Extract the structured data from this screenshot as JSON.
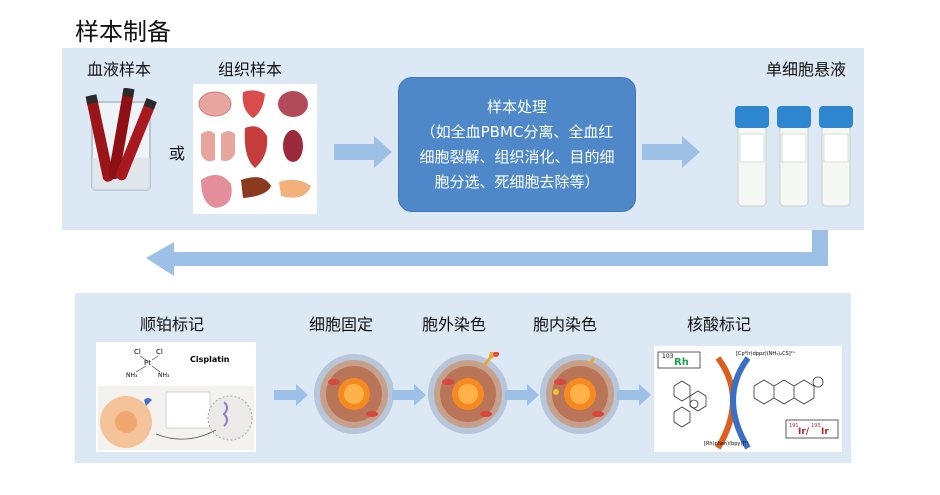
{
  "title": "样本制备",
  "top": {
    "blood_label": "血液样本",
    "or_label": "或",
    "tissue_label": "组织样本",
    "process": {
      "heading": "样本处理",
      "lines": [
        "（如全血PBMC分离、全血红",
        "细胞裂解、组织消化、目的细",
        "胞分选、死细胞去除等）"
      ]
    },
    "single_cell_label": "单细胞悬液"
  },
  "bottom": {
    "platinum_label": "顺铂标记",
    "fix_label": "细胞固定",
    "surface_stain_label": "胞外染色",
    "intra_stain_label": "胞内染色",
    "nucleic_label": "核酸标记",
    "cisplatin_name": "Cisplatin",
    "cisplatin_atoms": {
      "cl1": "Cl",
      "cl2": "Cl",
      "pt": "Pt",
      "nh3a": "NH₃",
      "nh3b": "NH₃"
    },
    "rh_label": "Rh",
    "rh_mass": "103",
    "ir_label": "Ir/",
    "ir_mass1": "191",
    "ir_label2": "Ir",
    "ir_mass2": "193",
    "rh_complex_formula": "[Rh(phen)(bpy)]³⁺",
    "ir_complex_formula": "[Cp*Ir(dppz)(NH₃)₂CS]²⁺"
  },
  "colors": {
    "panel": "#dde8f5",
    "process_box": "#4e88c9",
    "arrow": "#9cc0e6",
    "tube_cap": "#2e86d1",
    "blood": "#9b1418"
  }
}
